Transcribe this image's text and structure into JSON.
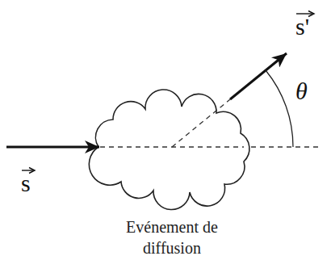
{
  "diagram": {
    "caption": "Evénement de diffusion",
    "labels": [
      "s",
      "s'",
      "θ"
    ]
  }
}
